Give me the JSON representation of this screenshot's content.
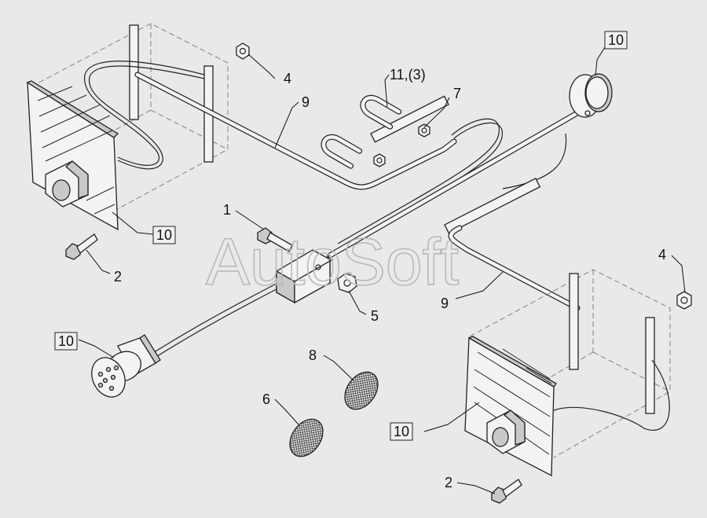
{
  "watermark": "AutoSoft",
  "callouts": [
    {
      "key": "c1",
      "text": "1",
      "boxed": false
    },
    {
      "key": "c2a",
      "text": "2",
      "boxed": false
    },
    {
      "key": "c2b",
      "text": "2",
      "boxed": false
    },
    {
      "key": "c4a",
      "text": "4",
      "boxed": false
    },
    {
      "key": "c4b",
      "text": "4",
      "boxed": false
    },
    {
      "key": "c5",
      "text": "5",
      "boxed": false
    },
    {
      "key": "c6",
      "text": "6",
      "boxed": false
    },
    {
      "key": "c7",
      "text": "7",
      "boxed": false
    },
    {
      "key": "c8",
      "text": "8",
      "boxed": false
    },
    {
      "key": "c9a",
      "text": "9",
      "boxed": false
    },
    {
      "key": "c9b",
      "text": "9",
      "boxed": false
    },
    {
      "key": "c10a",
      "text": "10",
      "boxed": true
    },
    {
      "key": "c10b",
      "text": "10",
      "boxed": true
    },
    {
      "key": "c10c",
      "text": "10",
      "boxed": true
    },
    {
      "key": "c10d",
      "text": "10",
      "boxed": true
    },
    {
      "key": "c11",
      "text": "11,(3)",
      "boxed": false
    }
  ]
}
